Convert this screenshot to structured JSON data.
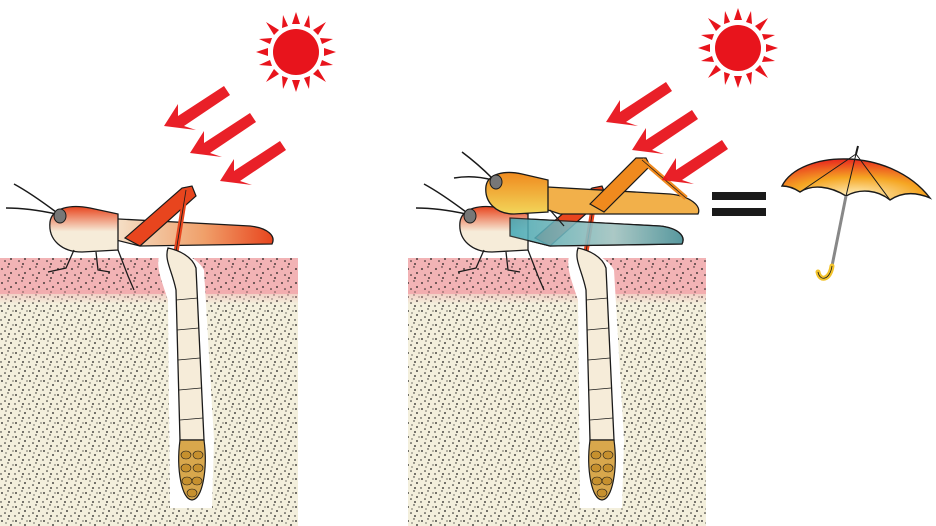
{
  "figure": {
    "panels": [
      {
        "id": "single-female",
        "sun": true,
        "rays": 3,
        "insects": [
          "female"
        ],
        "soil": true
      },
      {
        "id": "female-with-male",
        "sun": true,
        "rays": 3,
        "insects": [
          "female",
          "male"
        ],
        "soil": true
      }
    ],
    "equals_symbol": "=",
    "umbrella": {
      "colors": [
        "#e8281e",
        "#f5a623",
        "#fff3c4"
      ]
    }
  },
  "colors": {
    "sun": "#e8141c",
    "ray": "#e8141c",
    "soil_top": "#f2a7a9",
    "soil_body": "#f3efdc",
    "soil_speckle": "#1a1a1a",
    "female_top": "#e8451e",
    "female_body": "#f6ecd9",
    "male_top": "#f08a1e",
    "male_body": "#f2d65a",
    "male_wing": "#3fa7b5",
    "eggs": "#d8a74c",
    "outline": "#1a1a1a",
    "umbrella_handle": "#f2c22a"
  }
}
